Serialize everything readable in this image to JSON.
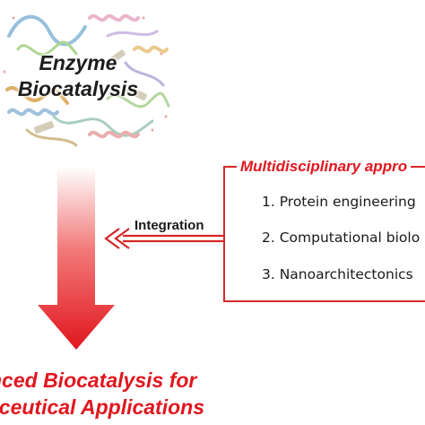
{
  "colors": {
    "accent_red": "#e0161e",
    "border_red": "#d42828",
    "text_dark": "#1a1a1a"
  },
  "enzyme": {
    "graphic_icon": "protein-ribbon-icon",
    "title_line_1": "Enzyme",
    "title_line_2": "Biocatalysis"
  },
  "integration": {
    "label": "Integration",
    "arrow_icon": "double-chevron-left-arrow-icon"
  },
  "approach": {
    "title": "Multidisciplinary appro",
    "items": [
      "1. Protein engineering",
      "2. Computational biolo",
      "3. Nanoarchitectonics"
    ]
  },
  "flow_arrow_icon": "gradient-down-arrow-icon",
  "outcome": {
    "line_1": "nced Biocatalysis for",
    "line_2": "aceutical Applications"
  }
}
